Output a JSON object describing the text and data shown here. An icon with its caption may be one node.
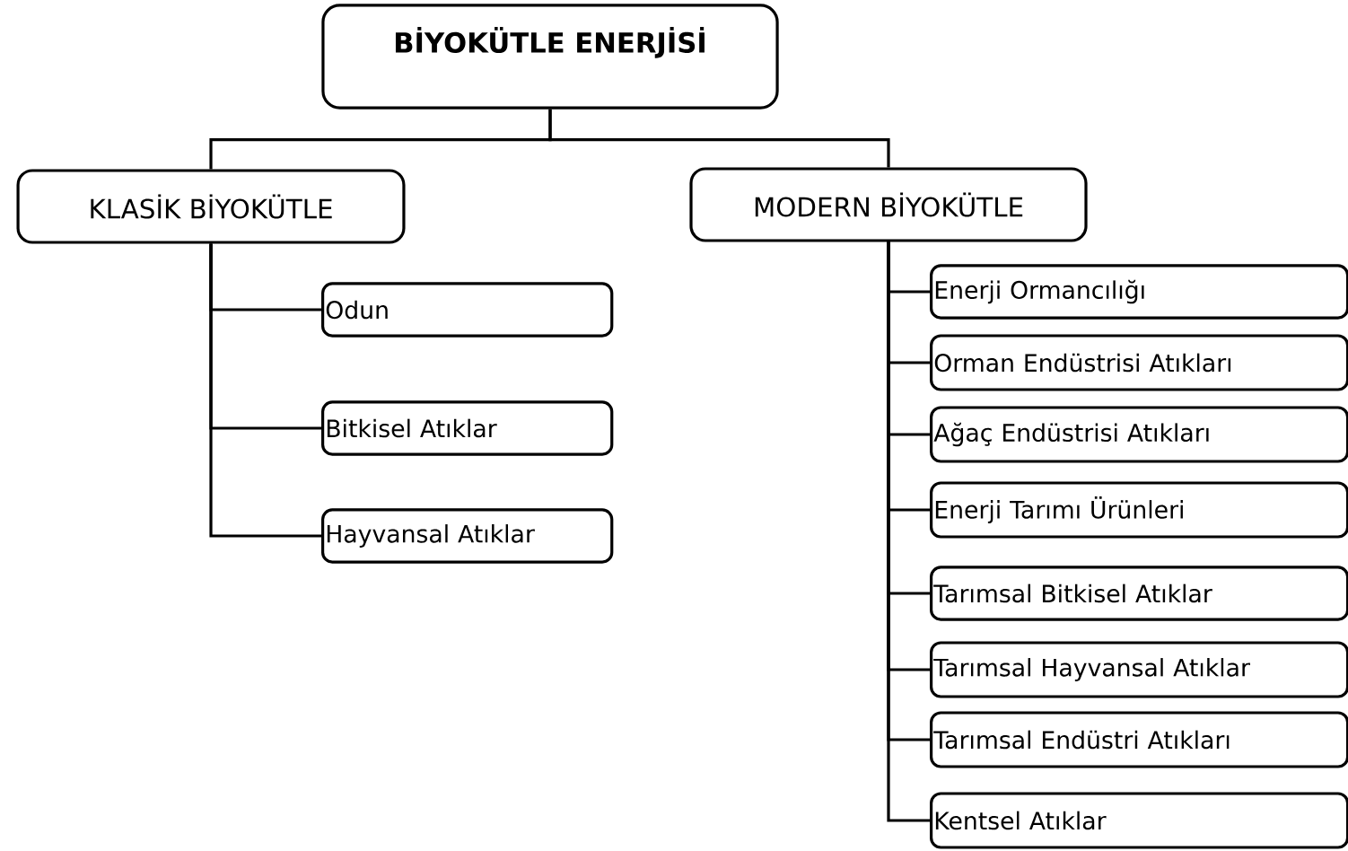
{
  "diagram": {
    "nodes": [
      {
        "text": [
          "BİYOKÜTLE ENERJİSİ"
        ]
      },
      {
        "text": [
          "KLASİK BİYOKÜTLE"
        ]
      },
      {
        "text": [
          "MODERN BİYOKÜTLE"
        ]
      },
      {
        "text": [
          "Odun"
        ]
      },
      {
        "text": [
          "Bitkisel Atıklar"
        ]
      },
      {
        "text": [
          "Hayvansal Atıklar"
        ]
      },
      {
        "text": [
          "Enerji Ormancılığı"
        ]
      },
      {
        "text": [
          "Orman Endüstrisi Atıkları"
        ]
      },
      {
        "text": [
          "Ağaç Endüstrisi Atıkları"
        ]
      },
      {
        "text": [
          "Enerji Tarımı Ürünleri"
        ]
      },
      {
        "text": [
          "Tarımsal Bitkisel Atıklar"
        ]
      },
      {
        "text": [
          "Tarımsal Hayvansal Atıklar"
        ]
      },
      {
        "text": [
          "Tarımsal Endüstri Atıkları"
        ]
      },
      {
        "text": [
          "Kentsel Atıklar"
        ]
      }
    ],
    "edges": [
      {
        "from": 0,
        "to": 1,
        "arrow": "none"
      },
      {
        "from": 0,
        "to": 2,
        "arrow": "none"
      },
      {
        "from": 1,
        "to": 3,
        "arrow": "none"
      },
      {
        "from": 1,
        "to": 4,
        "arrow": "none"
      },
      {
        "from": 1,
        "to": 5,
        "arrow": "none"
      },
      {
        "from": 2,
        "to": 6,
        "arrow": "none"
      },
      {
        "from": 2,
        "to": 7,
        "arrow": "none"
      },
      {
        "from": 2,
        "to": 8,
        "arrow": "none"
      },
      {
        "from": 2,
        "to": 9,
        "arrow": "none"
      },
      {
        "from": 2,
        "to": 10,
        "arrow": "none"
      },
      {
        "from": 2,
        "to": 11,
        "arrow": "none"
      },
      {
        "from": 2,
        "to": 12,
        "arrow": "none"
      },
      {
        "from": 2,
        "to": 13,
        "arrow": "none"
      }
    ]
  }
}
